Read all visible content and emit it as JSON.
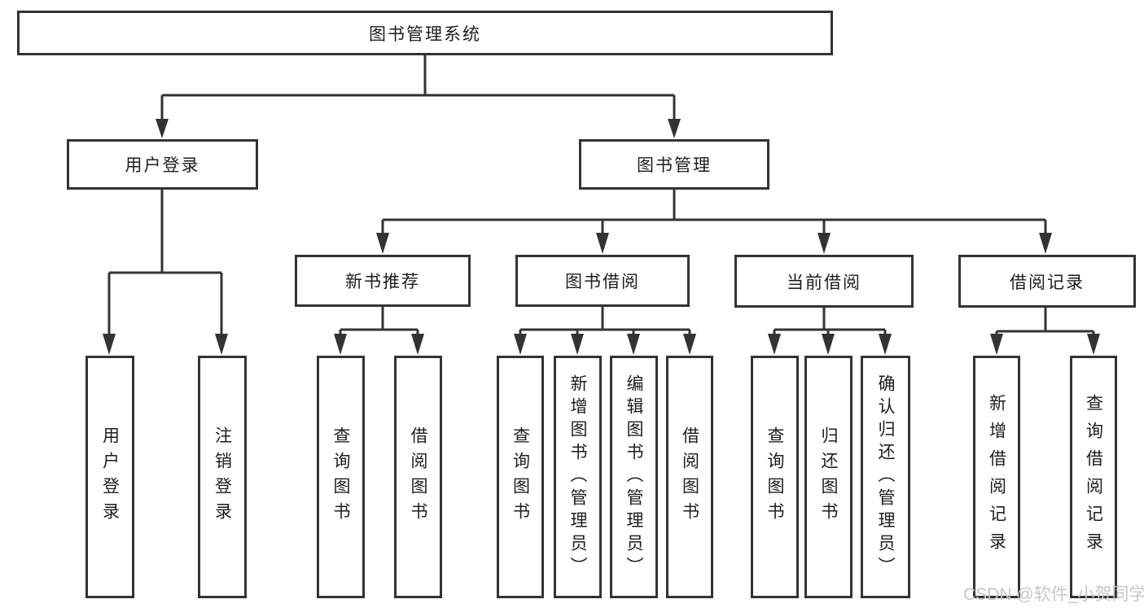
{
  "tree": {
    "label": "图书管理系统",
    "children": [
      {
        "label": "用户登录",
        "children": [
          {
            "label": "用户登录"
          },
          {
            "label": "注销登录"
          }
        ]
      },
      {
        "label": "图书管理",
        "children": [
          {
            "label": "新书推荐",
            "children": [
              {
                "label": "查询图书"
              },
              {
                "label": "借阅图书"
              }
            ]
          },
          {
            "label": "图书借阅",
            "children": [
              {
                "label": "查询图书"
              },
              {
                "label": "新增图书（管理员）"
              },
              {
                "label": "编辑图书（管理员）"
              },
              {
                "label": "借阅图书"
              }
            ]
          },
          {
            "label": "当前借阅",
            "children": [
              {
                "label": "查询图书"
              },
              {
                "label": "归还图书"
              },
              {
                "label": "确认归还（管理员）"
              }
            ]
          },
          {
            "label": "借阅记录",
            "children": [
              {
                "label": "新增借阅记录"
              },
              {
                "label": "查询借阅记录"
              }
            ]
          }
        ]
      }
    ]
  },
  "watermark": "CSDN @软件_小贺同学",
  "colors": {
    "line": "#333333",
    "text": "#1d1d1d",
    "watermark": "#c6c6c6",
    "background": "#ffffff"
  }
}
